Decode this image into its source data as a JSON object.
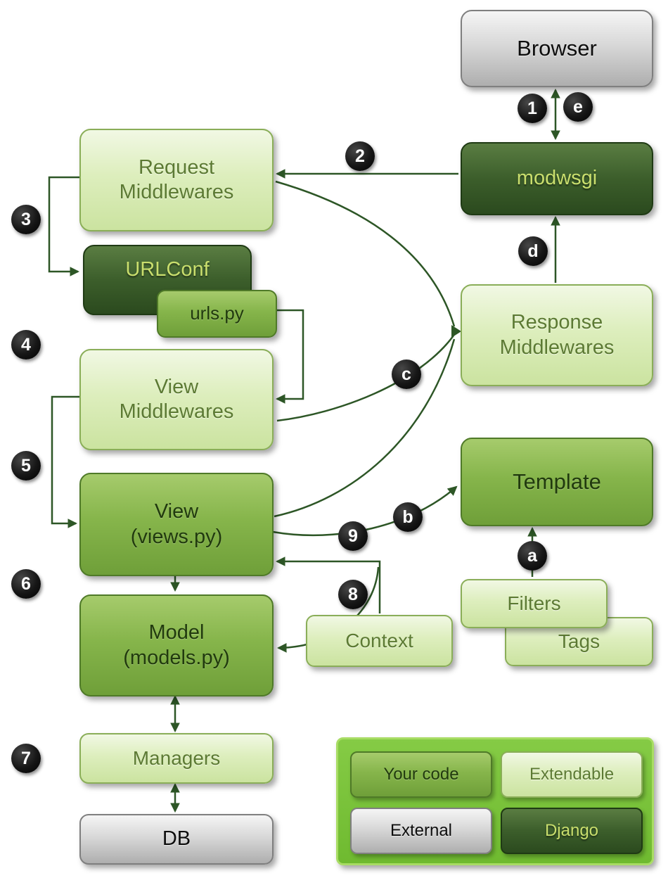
{
  "nodes": {
    "browser": {
      "label": "Browser"
    },
    "modwsgi": {
      "label": "modwsgi"
    },
    "request_middlewares": {
      "line1": "Request",
      "line2": "Middlewares"
    },
    "urlconf": {
      "label": "URLConf"
    },
    "urls_py": {
      "label": "urls.py"
    },
    "view_middlewares": {
      "line1": "View",
      "line2": "Middlewares"
    },
    "view": {
      "line1": "View",
      "line2": "(views.py)"
    },
    "model": {
      "line1": "Model",
      "line2": "(models.py)"
    },
    "managers": {
      "label": "Managers"
    },
    "db": {
      "label": "DB"
    },
    "response_middlewares": {
      "line1": "Response",
      "line2": "Middlewares"
    },
    "template": {
      "label": "Template"
    },
    "filters": {
      "label": "Filters"
    },
    "tags": {
      "label": "Tags"
    },
    "context": {
      "label": "Context"
    }
  },
  "badges": {
    "step1": "1",
    "step2": "2",
    "step3": "3",
    "step4": "4",
    "step5": "5",
    "step6": "6",
    "step7": "7",
    "step8": "8",
    "step9": "9",
    "step_a": "a",
    "step_b": "b",
    "step_c": "c",
    "step_d": "d",
    "step_e": "e"
  },
  "legend": {
    "your_code": "Your code",
    "extendable": "Extendable",
    "external": "External",
    "django": "Django"
  },
  "colors": {
    "your_code_fill": "#7aa83d",
    "extendable_fill": "#dcebbc",
    "external_fill": "#d9d9d9",
    "django_fill": "#3c5e2b",
    "legend_panel": "#76c135",
    "connector": "#2d5626",
    "badge": "#000000",
    "dark_text": "#c9de6d",
    "light_text": "#5c7a33"
  }
}
